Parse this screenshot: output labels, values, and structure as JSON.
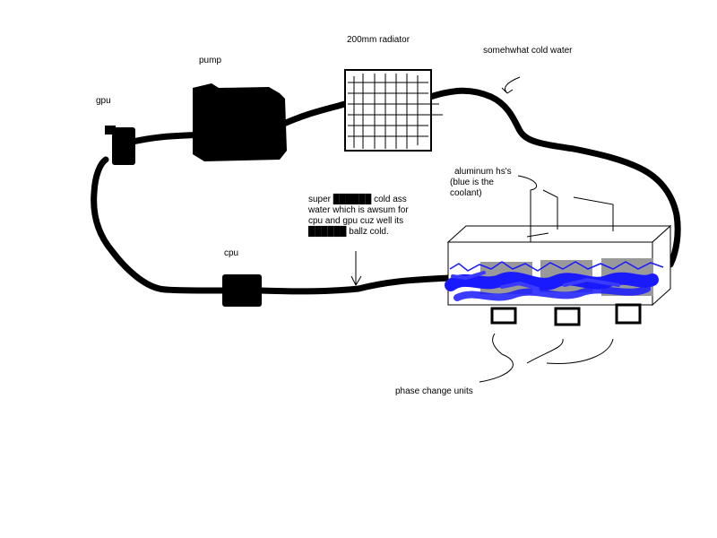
{
  "labels": {
    "gpu": "gpu",
    "pump": "pump",
    "radiator": "200mm radiator",
    "cold_water": "somehwhat cold water",
    "cpu": "cpu",
    "super_cold_lines": [
      "super ██████ cold ass",
      "water which is awsum for",
      "cpu and gpu cuz well its",
      "██████ ballz cold."
    ],
    "heatsinks_lines": [
      "aluminum hs's",
      "(blue is the",
      "coolant)"
    ],
    "phase_change": "phase change units"
  },
  "colors": {
    "tube": "#000000",
    "coolant": "#1a1aff",
    "heatsink": "#999999",
    "background": "#ffffff"
  }
}
